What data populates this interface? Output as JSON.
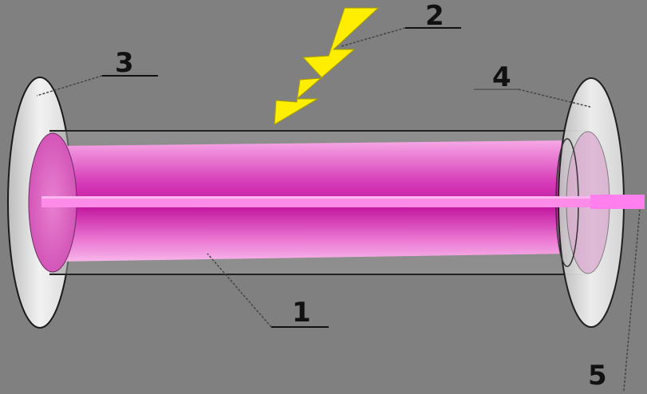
{
  "diagram": {
    "labels": [
      {
        "id": "1",
        "text": "1"
      },
      {
        "id": "2",
        "text": "2"
      },
      {
        "id": "3",
        "text": "3"
      },
      {
        "id": "4",
        "text": "4"
      },
      {
        "id": "5",
        "text": "5"
      }
    ]
  },
  "colors": {
    "background": "#808080",
    "gain_medium": "#e040b8",
    "beam": "#ff80f0",
    "mirror": "#e8e8e8",
    "lightning": "#ffee00"
  }
}
